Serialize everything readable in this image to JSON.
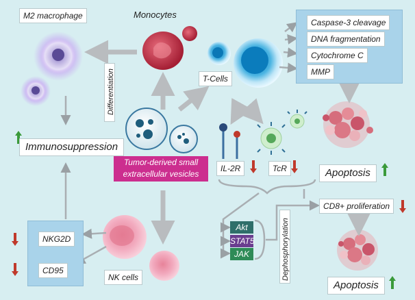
{
  "title": "",
  "nodes": {
    "m2": "M2 macrophage",
    "monocytes": "Monocytes",
    "tcells": "T-Cells",
    "differentiation": "Differentiation",
    "immunosuppression": "Immunosuppression",
    "tsev_line1": "Tumor-derived small",
    "tsev_line2": "extracellular vesicles",
    "il2r": "IL-2R",
    "tcr": "TcR",
    "caspase": "Caspase-3 cleavage",
    "dnafrag": "DNA fragmentation",
    "cytochrome": "Cytochrome C",
    "mmp": "MMP",
    "apoptosis1": "Apoptosis",
    "apoptosis2": "Apoptosis",
    "cd8": "CD8+ proliferation",
    "dephos": "Dephosphorylation",
    "akt": "Akt",
    "stat5": "STAT5",
    "jak": "JAK",
    "nkg2d": "NKG2D",
    "cd95": "CD95",
    "nkcells": "NK cells"
  },
  "colors": {
    "background": "#d7eef1",
    "panel": "#a9d3ea",
    "up": "#3a9a3a",
    "down": "#c0392b",
    "tsev_label": "#cc2e8f",
    "akt": "#2f6f6a",
    "stat5": "#6a3d8f",
    "jak": "#2e8b57",
    "arrow": "#b9bcbf"
  },
  "icons": [
    "up-arrow-icon",
    "down-arrow-icon"
  ]
}
